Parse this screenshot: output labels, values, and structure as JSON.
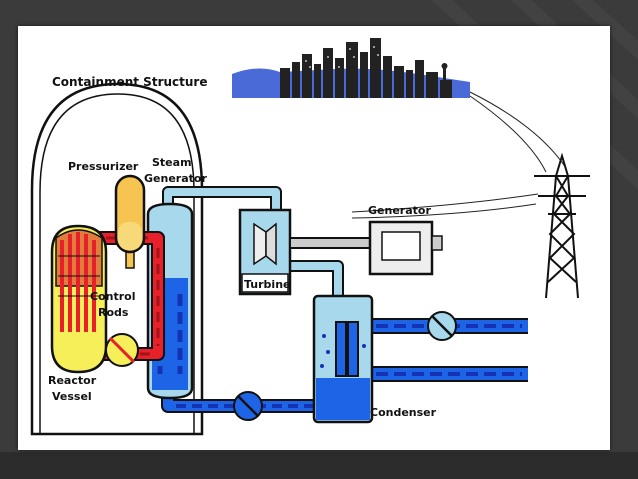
{
  "diagram": {
    "labels": {
      "containment": "Containment Structure",
      "pressurizer": "Pressurizer",
      "steam_line1": "Steam",
      "steam_line2": "Generator",
      "generator": "Generator",
      "turbine": "Turbine",
      "control_line1": "Control",
      "control_line2": "Rods",
      "reactor_line1": "Reactor",
      "reactor_line2": "Vessel",
      "condenser": "Condenser"
    },
    "colors": {
      "hot_loop": "#e8202a",
      "reactor_yellow": "#f6ef5a",
      "steam_light": "#a8d8ec",
      "cool_water": "#1e64e6",
      "dark_blue": "#1432b4",
      "pressurizer": "#f6c451",
      "fuel_core": "#e07c3c",
      "generator_box": "#eeeeee",
      "city": "#222222",
      "city_hills": "#4a6ad8"
    },
    "icons": [
      "valve-icon",
      "transmission-tower-icon",
      "city-skyline-icon"
    ]
  }
}
